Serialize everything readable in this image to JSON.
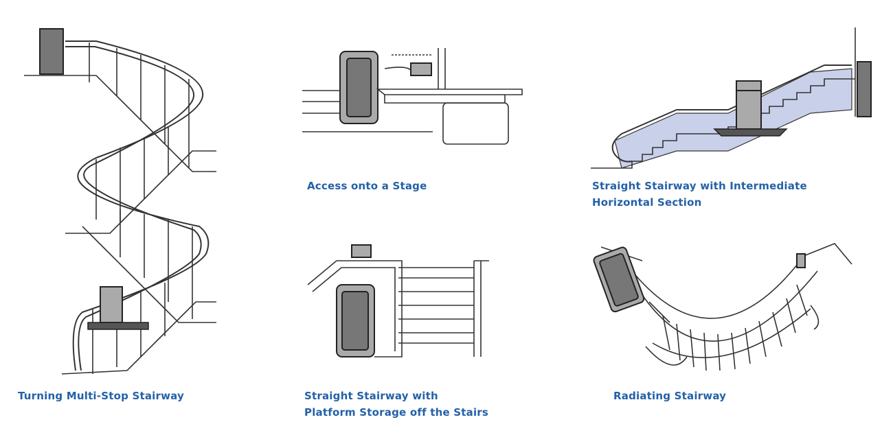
{
  "captions": {
    "turning": "Turning Multi-Stop Stairway",
    "stage": "Access onto a Stage",
    "intermediate_line1": "Straight Stairway with Intermediate",
    "intermediate_line2": "Horizontal Section",
    "storage_line1": "Straight Stairway with",
    "storage_line2": "Platform Storage off the Stairs",
    "radiating": "Radiating Stairway"
  },
  "colors": {
    "caption": "#2461a8",
    "line": "#333333",
    "glass": "#c8d0ea"
  }
}
